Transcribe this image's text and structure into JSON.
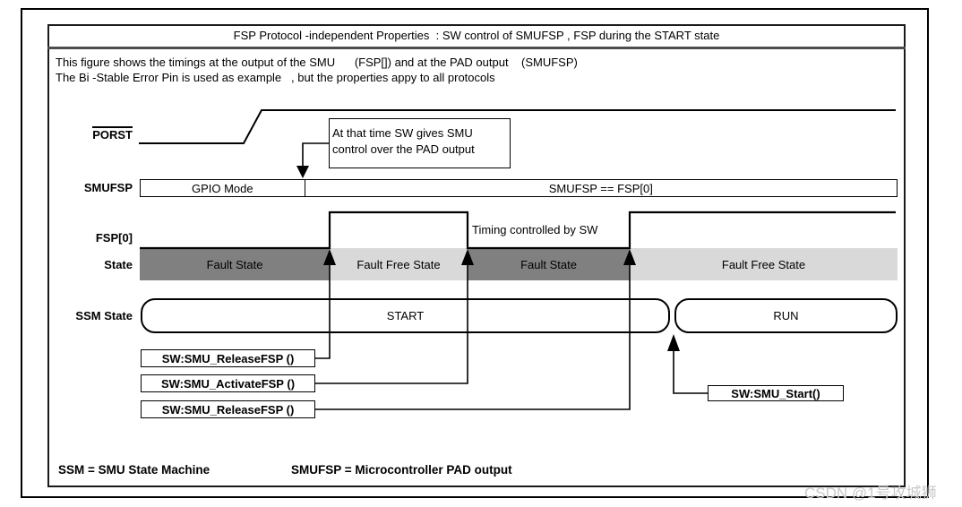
{
  "figure": {
    "title": "FSP Protocol -independent Properties  : SW control of SMUFSP , FSP during the START state",
    "description_line1": "This figure shows the timings at the output of the SMU      (FSP[]) and at the PAD output    (SMUFSP)",
    "description_line2": "The Bi -Stable Error Pin is used as example   , but the properties appy to all protocols",
    "signals": {
      "porst_label": "PORST",
      "smufsp_label": "SMUFSP",
      "fsp0_label": "FSP[0]",
      "state_label": "State",
      "ssm_state_label": "SSM State"
    },
    "annotation": {
      "line1": "At that time SW gives SMU",
      "line2": "control over the PAD output"
    },
    "smufsp_segments": [
      "GPIO Mode",
      "SMUFSP == FSP[0]"
    ],
    "timing_note": "Timing controlled by SW",
    "state_segments": [
      {
        "label": "Fault State",
        "tone": "dark"
      },
      {
        "label": "Fault Free State",
        "tone": "light"
      },
      {
        "label": "Fault State",
        "tone": "dark"
      },
      {
        "label": "Fault Free State",
        "tone": "light"
      }
    ],
    "ssm_states": [
      "START",
      "RUN"
    ],
    "sw_calls": [
      "SW:SMU_ReleaseFSP ()",
      "SW:SMU_ActivateFSP ()",
      "SW:SMU_ReleaseFSP ()",
      "SW:SMU_Start()"
    ],
    "legend": {
      "ssm": "SSM = SMU State Machine",
      "smufsp": "SMUFSP = Microcontroller PAD output"
    },
    "colors": {
      "fault_state_fill": "#808080",
      "fault_free_fill": "#d9d9d9",
      "line": "#000000",
      "watermark": "#c9c9c9"
    }
  },
  "watermark": "CSDN @1号攻城狮"
}
